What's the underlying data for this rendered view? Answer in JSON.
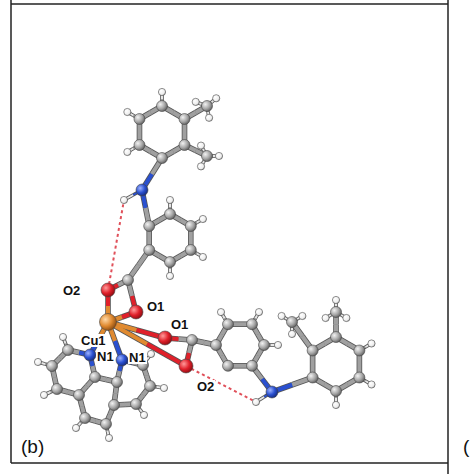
{
  "diagram": {
    "labels": [
      "O2",
      "O1",
      "Cu1",
      "N1",
      "N1",
      "O1",
      "O2",
      "(b)",
      "("
    ]
  }
}
